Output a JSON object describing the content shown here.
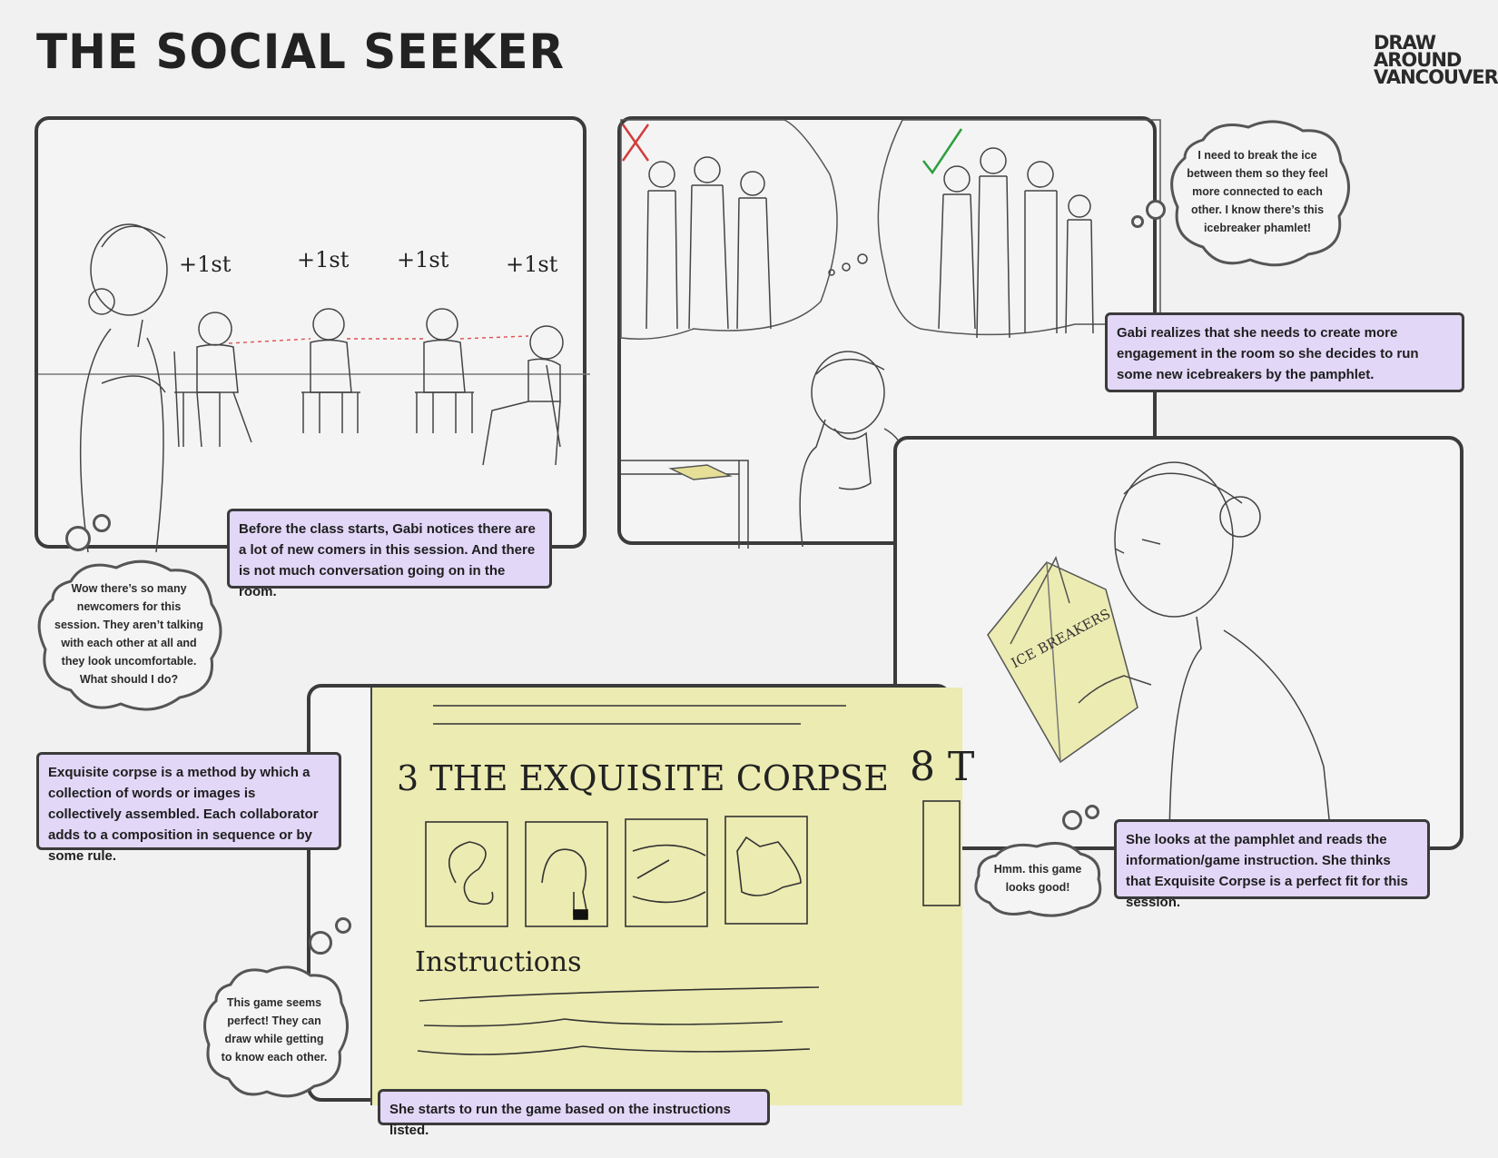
{
  "header": {
    "title": "THE SOCIAL SEEKER",
    "logo_lines": [
      "DRAW",
      "AROUND",
      "VANCOUVER"
    ]
  },
  "panel1": {
    "labels": [
      "+1st",
      "+1st",
      "+1st",
      "+1st"
    ]
  },
  "panel3": {
    "pamphlet_title": "ICE BREAKERS"
  },
  "panel4": {
    "heading": "3 THE EXQUISITE CORPSE",
    "subheading": "Instructions",
    "next_page_partial": "8 T"
  },
  "captions": {
    "c1": "Before the class starts, Gabi notices there are a lot of new comers in this session. And there is not much conversation going on in the room.",
    "c2": "Gabi realizes that she needs to create more engagement in the room so she decides to run some new icebreakers by the pamphlet.",
    "c3": "She looks at the pamphlet and reads the information/game instruction. She thinks that Exquisite Corpse is a perfect fit for this session.",
    "c4": "Exquisite corpse is a method by which a collection of words or images is collectively assembled. Each collaborator adds to a composition in sequence or by some rule.",
    "c5": "She starts to run the game based on the instructions listed."
  },
  "thoughts": {
    "t1": "Wow there’s so many newcomers for this session. They aren’t talking with each other at all and they look uncomfortable. What should I do?",
    "t2": "I need to break the ice between them so they feel more connected to each other. I know there’s this icebreaker phamlet!",
    "t3": "Hmm. this game looks good!",
    "t4": "This game seems perfect! They can draw while getting to know each other."
  },
  "colors": {
    "caption_bg": "#e2d7f7",
    "pamphlet_yellow": "#ecebb2",
    "frame": "#3b3b3b",
    "check_green": "#2e9e3e",
    "cross_red": "#d33c3c",
    "gaze_red": "#e05050"
  }
}
